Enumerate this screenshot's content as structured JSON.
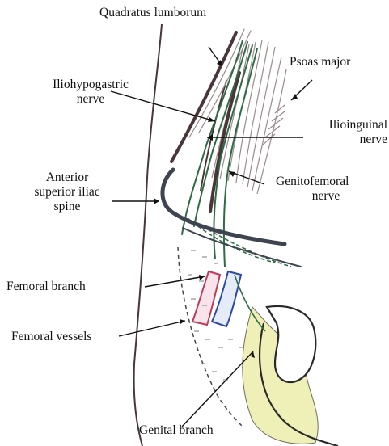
{
  "labels": {
    "quadratus_lumborum": "Quadratus lumborum",
    "psoas_major": "Psoas major",
    "iliohypogastric_nerve": [
      "Iliohypogastric",
      "nerve"
    ],
    "ilioinguinal_nerve": [
      "Ilioinguinal",
      "nerve"
    ],
    "anterior_superior_iliac_spine": [
      "Anterior",
      "superior iliac",
      "spine"
    ],
    "genitofemoral_nerve": [
      "Genitofemoral",
      "nerve"
    ],
    "femoral_branch": "Femoral branch",
    "femoral_vessels": "Femoral vessels",
    "genital_branch": "Genital branch"
  },
  "colors": {
    "nerve": "#2e6b45",
    "muscle_outline": "#4a3538",
    "artery": "#c0395a",
    "vein": "#2b4aa8",
    "ligament": "#3f4550",
    "spermatic_fill": "#eef0b8",
    "stipple": "#8a8f96"
  }
}
